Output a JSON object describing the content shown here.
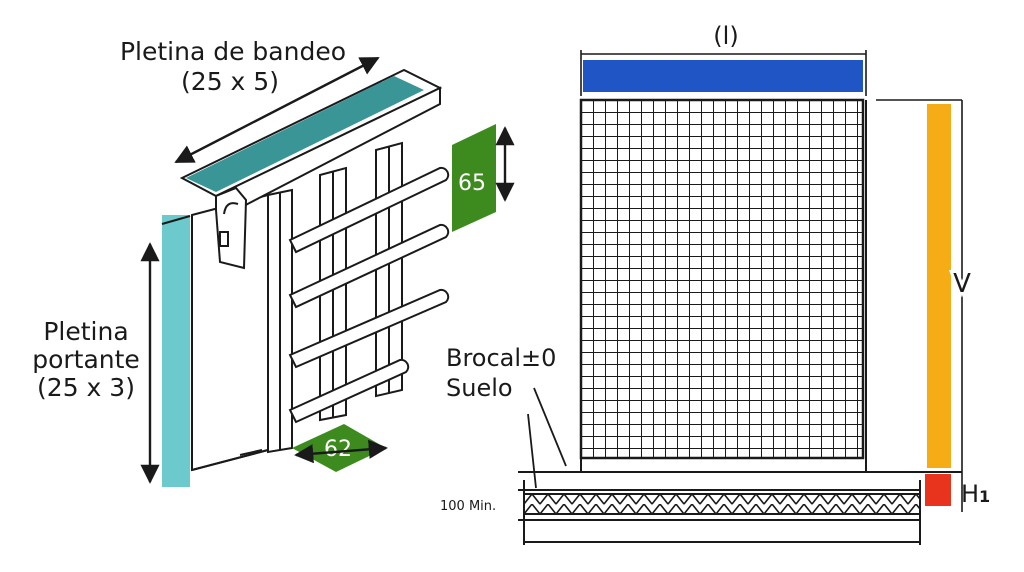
{
  "labels": {
    "bandeo_title": "Pletina de bandeo",
    "bandeo_size": "(25 x 5)",
    "portante_line1": "Pletina",
    "portante_line2": "portante",
    "portante_size": "(25 x 3)",
    "dim_65": "65",
    "dim_62": "62",
    "width_label": "(l)",
    "height_label": "V",
    "h1_label": "H",
    "h1_sub": "1",
    "brocal": "Brocal±0",
    "suelo": "Suelo",
    "min_depth": "100 Min."
  },
  "colors": {
    "teal": "#3a9597",
    "light_teal": "#6cc9cc",
    "green": "#3d8b1e",
    "blue": "#1f55c4",
    "orange": "#f5ac15",
    "red": "#e8341c",
    "line": "#1a1a1a"
  }
}
